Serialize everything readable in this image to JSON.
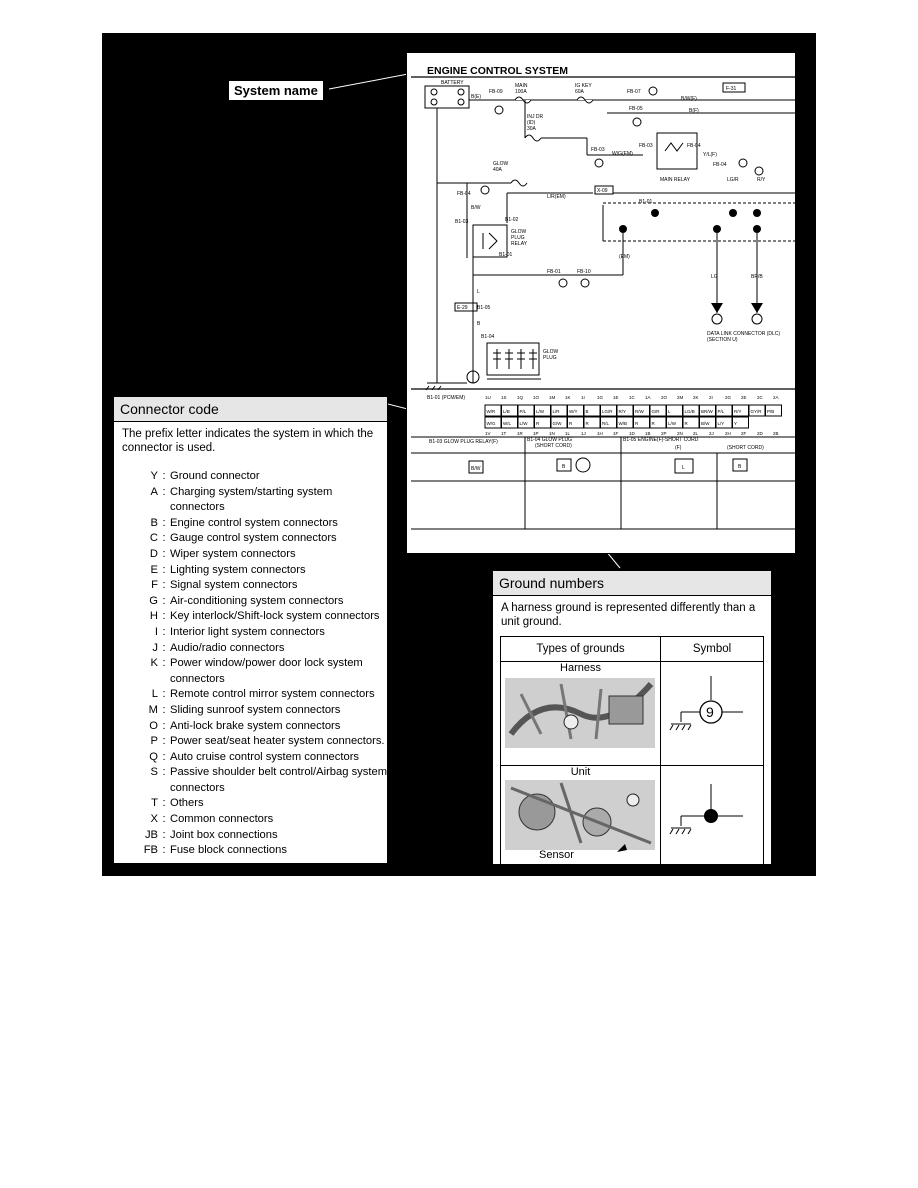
{
  "system_name_label": "System name",
  "diagram": {
    "title": "ENGINE CONTROL SYSTEM",
    "labels": {
      "battery": "BATTERY",
      "main": "MAIN",
      "main_amp": "100A",
      "ig_key": "IG KEY",
      "ig_key_amp": "60A",
      "inj_dr": "INJ DR",
      "inj_dr2": "(ID)",
      "inj_dr_amp": "30A",
      "glow": "GLOW",
      "glow_amp": "40A",
      "main_relay": "MAIN RELAY",
      "glow_plug_relay1": "GLOW",
      "glow_plug_relay2": "PLUG",
      "glow_plug_relay3": "RELAY",
      "glow_plug": "GLOW",
      "glow_plug2": "PLUG",
      "dlc1": "DATA LINK CONNECTOR (DLC)",
      "dlc2": "(SECTION U)",
      "fb09": "FB-09",
      "fb07": "FB-07",
      "fb05": "FB-05",
      "fb03": "FB-03",
      "fb04": "FB-04",
      "fb01": "FB-01",
      "fb10": "FB-10",
      "b101": "B1-01",
      "b102": "B1-02",
      "b103": "B1-03",
      "b104": "B1-04",
      "b105": "B1-05",
      "x09": "X-09",
      "e29": "E-29",
      "f31": "F-31",
      "wire_bwf": "B/W(F)",
      "wire_bf": "B(F)",
      "wire_wgem": "W/G(EM)",
      "wire_yrf": "Y/L(F)",
      "wire_lrem": "L/R(EM)",
      "wire_lgr": "LG/R",
      "wire_rw": "R/Y",
      "wire_em": "(EM)",
      "wire_lg": "LG",
      "wire_brb": "BR/B",
      "wire_bw": "B/W",
      "wire_b": "B",
      "wire_l": "L"
    },
    "connector_strip_label": "B1-01 (PCM/EM)",
    "pin_top": [
      "1U",
      "1S",
      "1Q",
      "1O",
      "1M",
      "1K",
      "1I",
      "1G",
      "1E",
      "1C",
      "1A",
      "2O",
      "2M",
      "2K",
      "2I",
      "2G",
      "2E",
      "2C",
      "2A"
    ],
    "pin_bottom": [
      "1V",
      "1T",
      "1R",
      "1P",
      "1N",
      "1L",
      "1J",
      "1H",
      "1F",
      "1D",
      "1B",
      "2P",
      "2N",
      "2L",
      "2J",
      "2H",
      "2F",
      "2D",
      "2B"
    ],
    "cells_top": [
      "W/R",
      "L/B",
      "P/L",
      "L/W",
      "L/R",
      "W/Y",
      "B",
      "LG/R",
      "R/Y",
      "R/W",
      "G/R",
      "L",
      "LG/B",
      "BR/W",
      "P/L",
      "R/Y",
      "GY/R",
      "P/B"
    ],
    "cells_bottom": [
      "W/G",
      "W/L",
      "L/W",
      "R",
      "G/W",
      "R",
      "R",
      "R/L",
      "W/B",
      "R",
      "R",
      "L/W",
      "R",
      "B/W",
      "L/Y",
      "Y"
    ],
    "cables": [
      {
        "label": "B1-03 GLOW PLUG RELAY(F)",
        "code": "B/W"
      },
      {
        "label": "B1-04 GLOW PLUG",
        "label2": "(SHORT CORD)",
        "code": "B"
      },
      {
        "label": "B1-05 ENGINE(F)-SHORT CORD",
        "label2": "(F)",
        "code": "L"
      },
      {
        "label": "",
        "label2": "(SHORT CORD)",
        "code": "B"
      }
    ]
  },
  "connector_code": {
    "title": "Connector code",
    "description": "The prefix letter indicates the system in which the connector is used.",
    "codes": [
      {
        "key": "Y",
        "desc": "Ground connector"
      },
      {
        "key": "A",
        "desc": "Charging system/starting system connectors"
      },
      {
        "key": "B",
        "desc": "Engine control system connectors"
      },
      {
        "key": "C",
        "desc": "Gauge control system connectors"
      },
      {
        "key": "D",
        "desc": "Wiper system connectors"
      },
      {
        "key": "E",
        "desc": "Lighting system connectors"
      },
      {
        "key": "F",
        "desc": "Signal system connectors"
      },
      {
        "key": "G",
        "desc": "Air-conditioning system connectors"
      },
      {
        "key": "H",
        "desc": "Key interlock/Shift-lock system connectors"
      },
      {
        "key": "I",
        "desc": "Interior light system connectors"
      },
      {
        "key": "J",
        "desc": "Audio/radio connectors"
      },
      {
        "key": "K",
        "desc": "Power window/power door lock system connectors"
      },
      {
        "key": "L",
        "desc": "Remote control mirror system connectors"
      },
      {
        "key": "M",
        "desc": "Sliding sunroof system connectors"
      },
      {
        "key": "O",
        "desc": "Anti-lock brake system connectors"
      },
      {
        "key": "P",
        "desc": "Power seat/seat heater system connectors."
      },
      {
        "key": "Q",
        "desc": "Auto cruise control system connectors"
      },
      {
        "key": "S",
        "desc": "Passive shoulder belt control/Airbag system connectors"
      },
      {
        "key": "T",
        "desc": "Others"
      },
      {
        "key": "X",
        "desc": "Common connectors"
      },
      {
        "key": "JB",
        "desc": "Joint box connections"
      },
      {
        "key": "FB",
        "desc": "Fuse block connections"
      }
    ]
  },
  "ground_numbers": {
    "title": "Ground numbers",
    "description": "A harness ground is represented differently than a unit ground.",
    "col_types": "Types of grounds",
    "col_symbol": "Symbol",
    "row_harness": "Harness",
    "row_unit": "Unit",
    "sensor_label": "Sensor",
    "harness_ground_number": "9"
  }
}
